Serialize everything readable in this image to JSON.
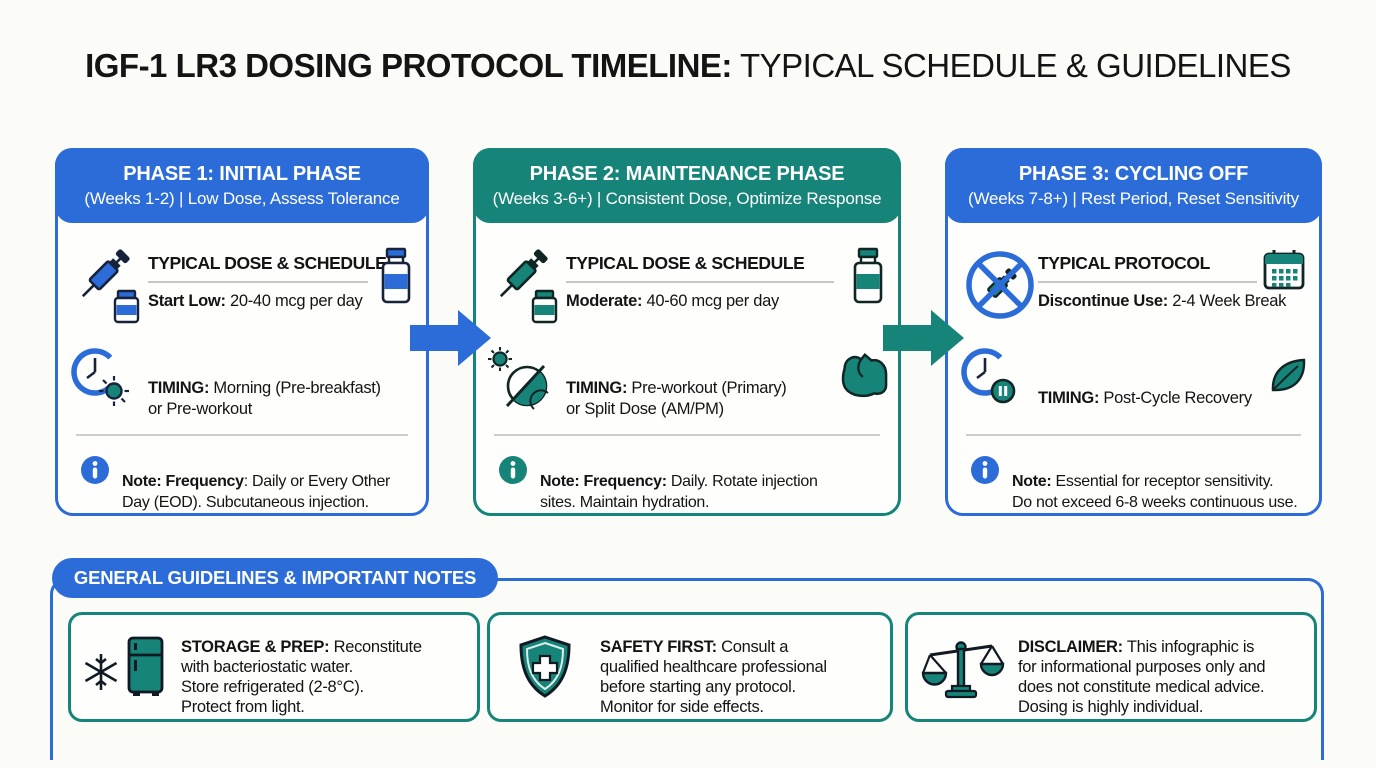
{
  "title": {
    "bold": "IGF-1 LR3 DOSING PROTOCOL TIMELINE:",
    "regular": " TYPICAL SCHEDULE & GUIDELINES"
  },
  "colors": {
    "blue": "#2B6CD8",
    "teal": "#168478"
  },
  "phases": [
    {
      "title": "PHASE 1: INITIAL PHASE",
      "subtitle": "(Weeks 1-2) | Low Dose, Assess Tolerance",
      "section1": {
        "heading": "TYPICAL DOSE & SCHEDULE",
        "label": "Start Low:",
        "value": " 20-40 mcg per day"
      },
      "section2": {
        "label": "TIMING:",
        "value": " Morning (Pre-breakfast)\nor Pre-workout"
      },
      "note": {
        "bold": "Note: Frequency",
        "rest": ": Daily or Every Other\nDay (EOD). Subcutaneous injection."
      }
    },
    {
      "title": "PHASE 2: MAINTENANCE PHASE",
      "subtitle": "(Weeks 3-6+) | Consistent Dose, Optimize Response",
      "section1": {
        "heading": "TYPICAL DOSE & SCHEDULE",
        "label": "Moderate:",
        "value": " 40-60 mcg per day"
      },
      "section2": {
        "label": "TIMING:",
        "value": " Pre-workout (Primary)\nor Split Dose (AM/PM)"
      },
      "note": {
        "bold": "Note: Frequency:",
        "rest": " Daily. Rotate injection\nsites. Maintain hydration."
      }
    },
    {
      "title": "PHASE 3: CYCLING OFF",
      "subtitle": "(Weeks 7-8+) | Rest Period, Reset Sensitivity",
      "section1": {
        "heading": "TYPICAL PROTOCOL",
        "label": "Discontinue Use:",
        "value": " 2-4 Week Break"
      },
      "section2": {
        "label": "TIMING:",
        "value": " Post-Cycle Recovery"
      },
      "note": {
        "bold": "Note:",
        "rest": " Essential for receptor sensitivity.\nDo not exceed 6-8 weeks continuous use."
      }
    }
  ],
  "guidelines": {
    "header": "GENERAL GUIDELINES & IMPORTANT NOTES",
    "cards": [
      {
        "label": "STORAGE & PREP:",
        "text": " Reconstitute\nwith bacteriostatic water.\nStore refrigerated (2-8°C).\nProtect from light."
      },
      {
        "label": "SAFETY FIRST:",
        "text": " Consult a\nqualified healthcare professional\nbefore starting any protocol.\nMonitor for side effects."
      },
      {
        "label": "DISCLAIMER:",
        "text": " This infographic is\nfor informational purposes only and\ndoes not constitute medical advice.\nDosing is highly individual."
      }
    ]
  }
}
